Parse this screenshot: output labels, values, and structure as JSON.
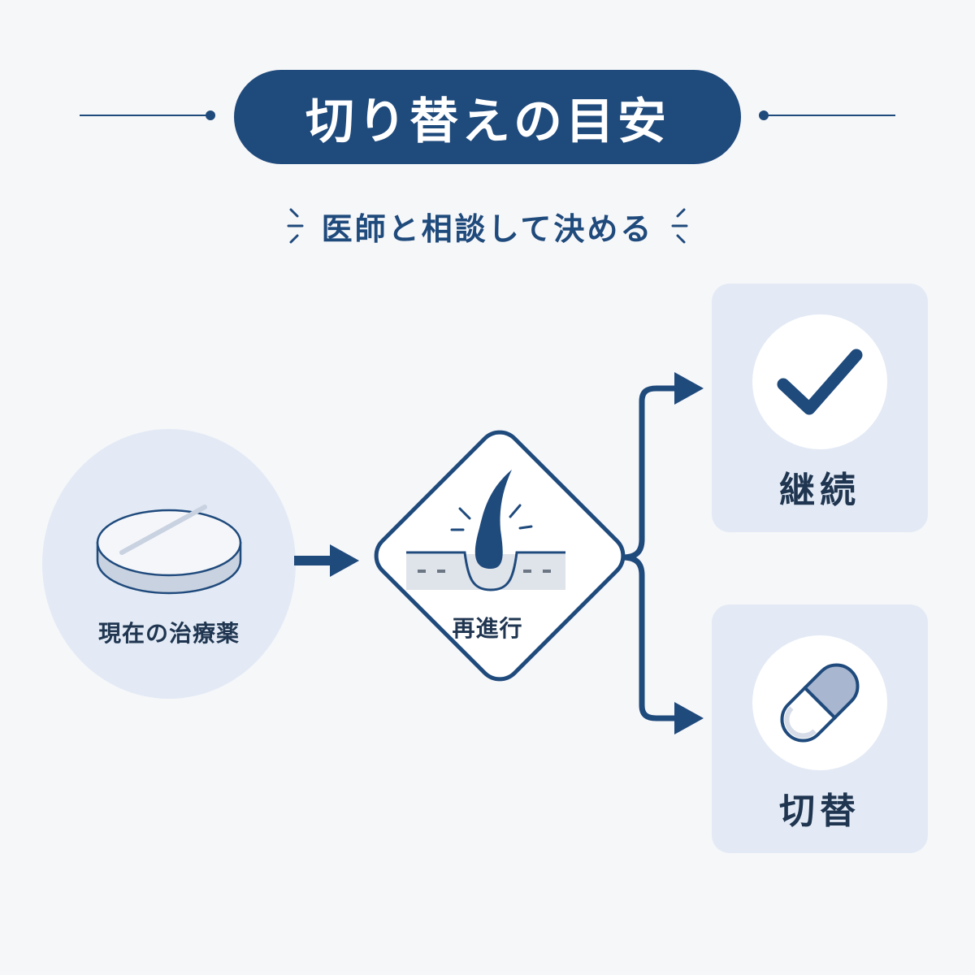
{
  "header": {
    "title": "切り替えの目安",
    "subtitle": "医師と相談して決める"
  },
  "nodes": {
    "start": {
      "label": "現在の治療薬",
      "icon": "pill-tablet-icon"
    },
    "decision": {
      "label": "再進行",
      "icon": "hair-follicle-icon"
    },
    "outcomes": [
      {
        "label": "継続",
        "icon": "checkmark-icon"
      },
      {
        "label": "切替",
        "icon": "capsule-icon"
      }
    ]
  },
  "colors": {
    "primary": "#1f4a7c",
    "card_bg": "#e3eaf5",
    "page_bg": "#f6f7f9",
    "text": "#1f3550"
  }
}
